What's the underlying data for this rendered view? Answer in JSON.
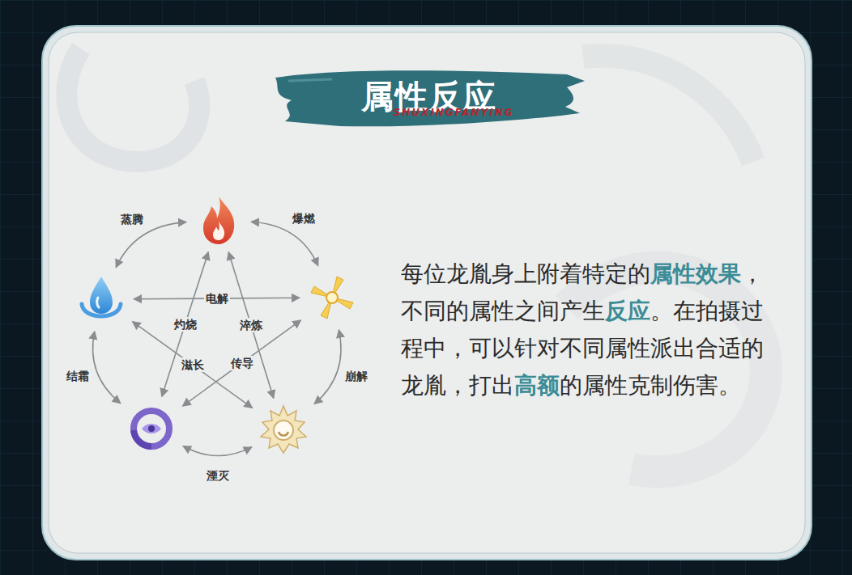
{
  "diagram": {
    "title": "属性反应",
    "nodes": [
      {
        "text": []
      },
      {
        "text": []
      },
      {
        "text": []
      },
      {
        "text": []
      },
      {
        "text": []
      }
    ],
    "edges": [
      {
        "from": 0,
        "to": 1,
        "label": "蒸腾",
        "arrow": "both"
      },
      {
        "from": 0,
        "to": 2,
        "label": "爆燃",
        "arrow": "both"
      },
      {
        "from": 1,
        "to": 2,
        "label": "电解",
        "arrow": "both"
      },
      {
        "from": 0,
        "to": 3,
        "label": "灼烧",
        "arrow": "both"
      },
      {
        "from": 0,
        "to": 4,
        "label": "淬炼",
        "arrow": "both"
      },
      {
        "from": 1,
        "to": 4,
        "label": "滋长",
        "arrow": "both"
      },
      {
        "from": 2,
        "to": 3,
        "label": "传导",
        "arrow": "both"
      },
      {
        "from": 1,
        "to": 3,
        "label": "结霜",
        "arrow": "both"
      },
      {
        "from": 2,
        "to": 4,
        "label": "崩解",
        "arrow": "both"
      },
      {
        "from": 3,
        "to": 4,
        "label": "湮灭",
        "arrow": "both"
      }
    ],
    "labels": [
      "SHUXINGFANYING",
      "每位龙胤身上附着特定的",
      "属性效果",
      "，不同的属性之间产生",
      "反应",
      "。在拍摄过程中，可以针对不同属性派出合适的龙胤，打出",
      "高额",
      "的属性克制伤害。"
    ]
  }
}
